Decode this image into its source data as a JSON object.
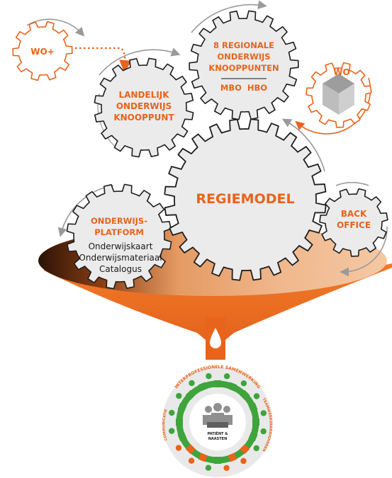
{
  "colors": {
    "orange": "#e8631b",
    "green": "#3ea43b",
    "gear_fill": "#ebebeb",
    "gear_stroke": "#1e1e1e",
    "arrow_grey": "#9a9a9a",
    "person_grey": "#8f8f8f"
  },
  "gears": {
    "wo_plus": {
      "label": "WO+"
    },
    "landelijk": {
      "lines": [
        "LANDELIJK",
        "ONDERWIJS",
        "KNOOPPUNT"
      ]
    },
    "regionale": {
      "lines": [
        "8 REGIONALE",
        "ONDERWIJS",
        "KNOOPPUNTEN"
      ],
      "sub": "MBO  HBO"
    },
    "wo": {
      "label": "WO"
    },
    "regiemodel": {
      "label": "REGIEMODEL"
    },
    "back_office": {
      "lines": [
        "BACK",
        "OFFICE"
      ]
    },
    "onderwijs_platform": {
      "title_lines": [
        "ONDERWIJS-",
        "PLATFORM"
      ],
      "items": [
        "Onderwijskaart",
        "Onderwijsmateriaal",
        "Catalogus"
      ]
    }
  },
  "circle": {
    "top_label": "INTERPROFESSIONELE SAMENWERKING",
    "left_label": "COMMUNICATIE",
    "right_label": "TEAMWERKVAARDIGHEDEN",
    "center_lines": [
      "PATIËNT &",
      "NAASTEN"
    ]
  },
  "icons": {
    "drop": "water-drop-icon",
    "people": "people-group-icon"
  }
}
